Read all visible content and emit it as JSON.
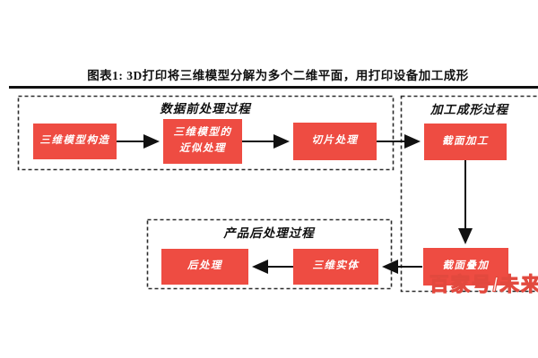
{
  "figure": {
    "title": "图表1:  3D打印将三维模型分解为多个二维平面，用打印设备加工成形"
  },
  "groups": {
    "pre_processing": {
      "label": "数据前处理过程"
    },
    "forming": {
      "label": "加工成形过程"
    },
    "post_processing": {
      "label": "产品后处理过程"
    }
  },
  "nodes": {
    "model_construction": {
      "label": "三维模型构造"
    },
    "model_approximation": {
      "label": "三维模型的\n近似处理"
    },
    "slicing": {
      "label": "切片处理"
    },
    "section_machining": {
      "label": "截面加工"
    },
    "section_stacking": {
      "label": "截面叠加"
    },
    "solid_model": {
      "label": "三维实体"
    },
    "post_process": {
      "label": "后处理"
    }
  },
  "flow": [
    "三维模型构造 → 三维模型的近似处理 → 切片处理 → 截面加工 → 截面叠加 → 三维实体 → 后处理"
  ],
  "watermark": {
    "text": "百家号/未来"
  },
  "colors": {
    "node_fill": "#ee4c42",
    "node_text": "#ffffff",
    "line": "#111111",
    "dashed_border": "#2b2b2b",
    "watermark_red": "#e2493e"
  }
}
